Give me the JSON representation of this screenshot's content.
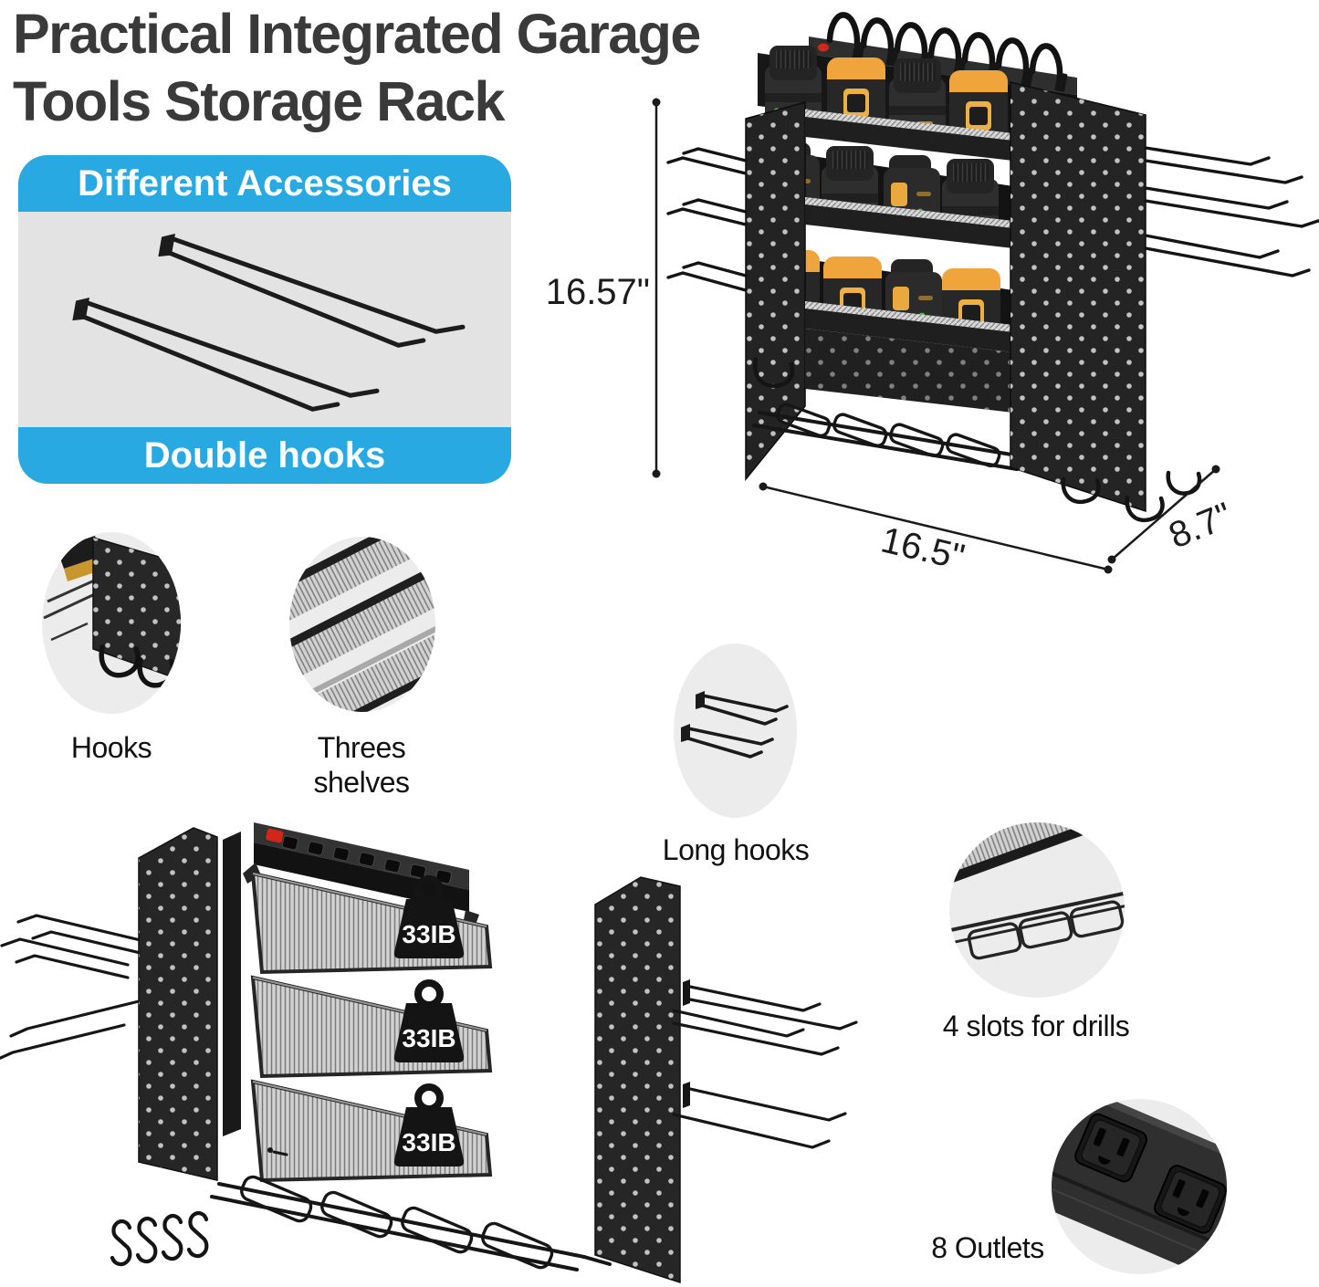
{
  "title": {
    "line1": "Practical Integrated Garage",
    "line2": "Tools Storage Rack"
  },
  "accessories_panel": {
    "top_banner": "Different Accessories",
    "bottom_banner": "Double hooks"
  },
  "main_rack": {
    "dimension_height": "16.57\"",
    "dimension_width": "16.5\"",
    "dimension_depth": "8.7\""
  },
  "features": {
    "hooks": {
      "label": "Hooks"
    },
    "three_shelves": {
      "label": "Threes shelves"
    },
    "long_hooks": {
      "label": "Long hooks"
    },
    "drill_slots": {
      "label": "4 slots for drills"
    },
    "outlets": {
      "label": "8 Outlets"
    }
  },
  "exploded_view": {
    "shelf_weight_capacity": "33IB"
  },
  "colors": {
    "accent_blue": "#29a9e2",
    "box_gray": "#e3e3e3",
    "inset_gray": "#ececec",
    "title_ink": "#3a3a3a",
    "text_ink": "#111111",
    "battery_yellow": "#f0a43c",
    "rack_black": "#242424",
    "led_green": "#42c94b",
    "switch_red": "#d02718"
  }
}
